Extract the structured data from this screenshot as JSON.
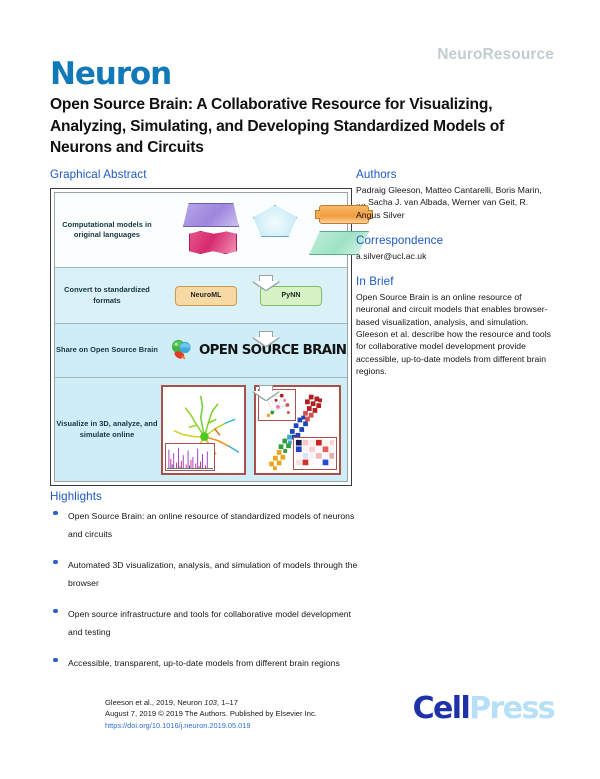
{
  "header": {
    "article_type": "NeuroResource",
    "journal": "Neuron",
    "title": "Open Source Brain: A Collaborative Resource for Visualizing, Analyzing, Simulating, and Developing Standardized Models of Neurons and Circuits"
  },
  "sections": {
    "graphical_abstract": "Graphical Abstract",
    "highlights": "Highlights",
    "authors": "Authors",
    "correspondence": "Correspondence",
    "in_brief": "In Brief"
  },
  "figure": {
    "rows": [
      {
        "label": "Computational models in original languages",
        "shapes": [
          "trapezoid-purple",
          "wave-pink",
          "pentagon-lightblue",
          "tabbed-rect-orange",
          "parallelogram-green"
        ]
      },
      {
        "label": "Convert to standardized formats",
        "tags": [
          "NeuroML",
          "PyNN"
        ]
      },
      {
        "label": "Share on Open Source Brain",
        "logo_text": "OPEN SOURCE BRAIN"
      },
      {
        "label": "Visualize in 3D, analyze, and simulate online",
        "panels": [
          "neuron-morphology-with-voltage-trace-inset",
          "cortical-column-with-network-and-connectivity-matrix-insets"
        ]
      }
    ]
  },
  "highlights": [
    "Open Source Brain: an online resource of standardized models of neurons and circuits",
    "Automated 3D visualization, analysis, and simulation of models through the browser",
    "Open source infrastructure and tools for collaborative model development and testing",
    "Accessible, transparent, up-to-date models from different brain regions"
  ],
  "authors": "Padraig Gleeson, Matteo Cantarelli, Boris Marin, ..., Sacha J. van Albada, Werner van Geit, R. Angus Silver",
  "correspondence": "a.silver@ucl.ac.uk",
  "in_brief": "Open Source Brain is an online resource of neuronal and circuit models that enables browser-based visualization, analysis, and simulation. Gleeson et al. describe how the resource and tools for collaborative model development provide accessible, up-to-date models from different brain regions.",
  "footer": {
    "citation_line1_pre": "Gleeson et al., 2019, Neuron ",
    "citation_volume": "103",
    "citation_line1_post": ", 1–17",
    "citation_line2": "August 7, 2019 © 2019 The Authors. Published by Elsevier Inc.",
    "doi": "https://doi.org/10.1016/j.neuron.2019.05.019",
    "publisher_cell": "Cell",
    "publisher_press": "Press"
  },
  "colors": {
    "journal_blue": "#1279b9",
    "heading_blue": "#1c58c4",
    "article_type_gray": "#c3cdd1",
    "link_blue": "#2e6fd0",
    "cellpress_dark": "#1d31a8",
    "cellpress_light": "#b7e0f7"
  }
}
